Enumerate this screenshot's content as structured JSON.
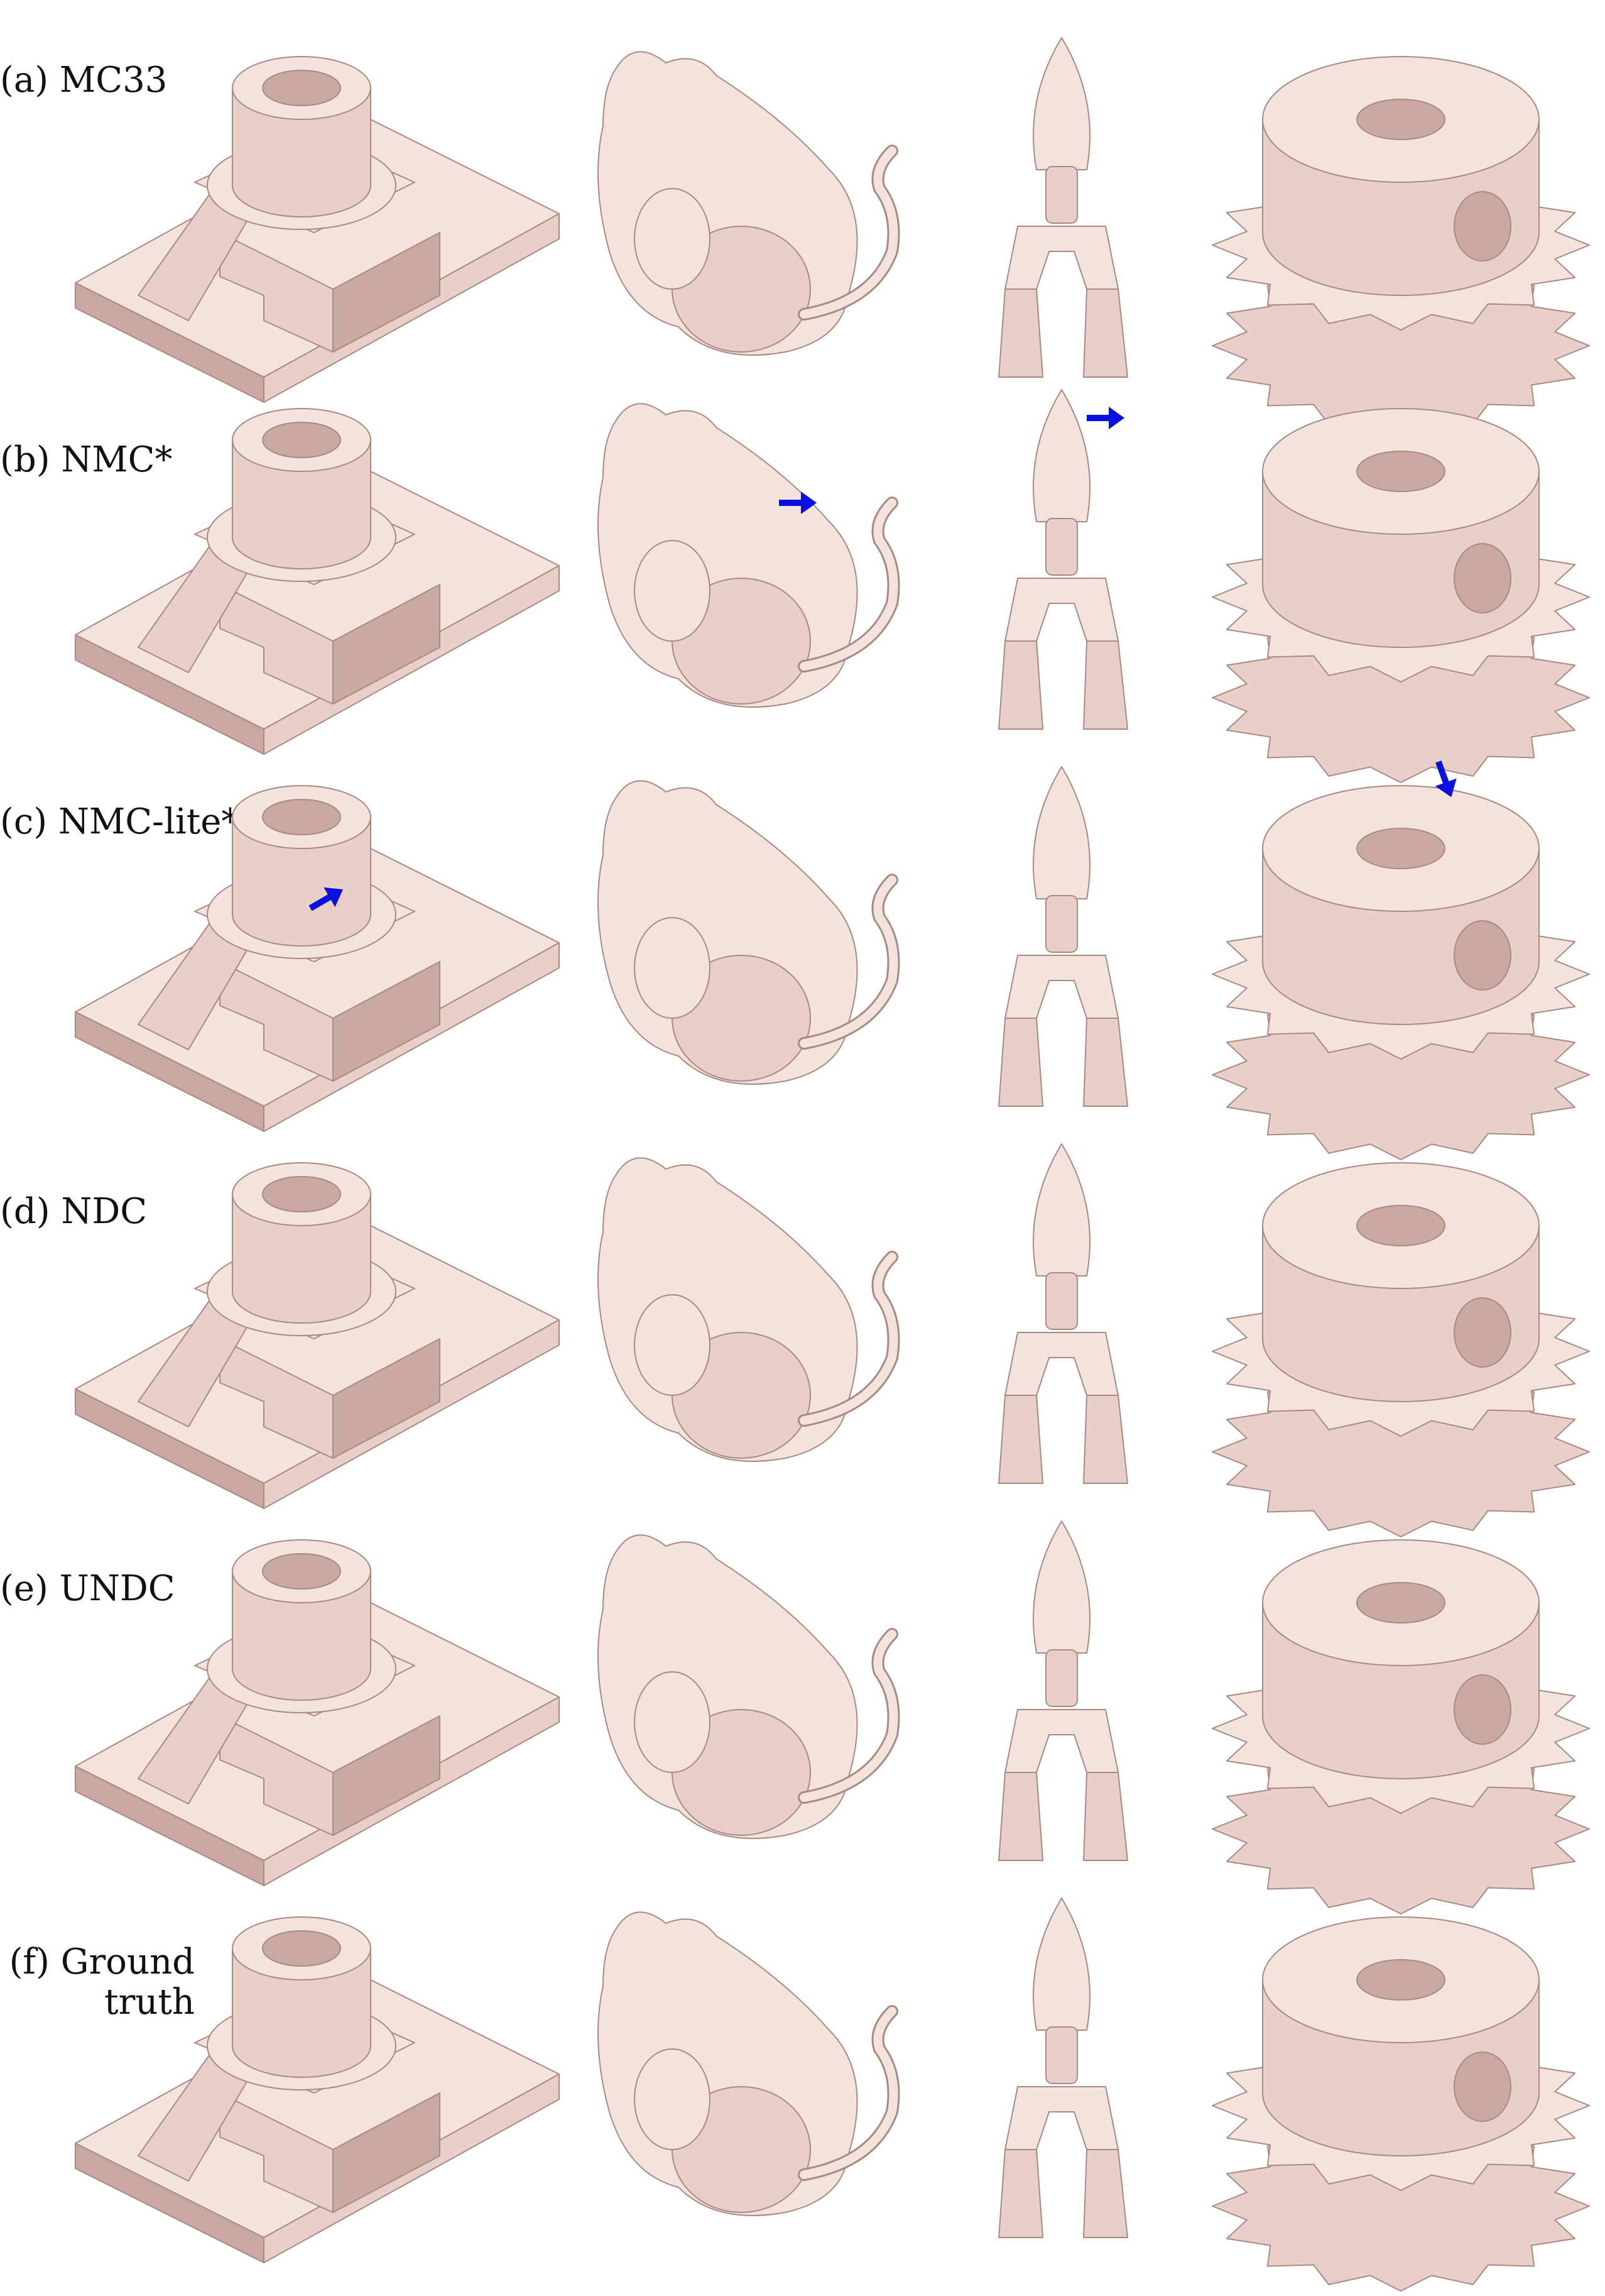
{
  "colors": {
    "mesh_light": "#f4e2dc",
    "mesh_mid": "#e8cfc8",
    "mesh_dark": "#c9aaa2",
    "mesh_edge": "#a88a83",
    "arrow": "#0a10e0"
  },
  "rows": [
    {
      "id": "a",
      "label": "(a) MC33"
    },
    {
      "id": "b",
      "label": "(b) NMC*"
    },
    {
      "id": "c",
      "label": "(c) NMC-lite*"
    },
    {
      "id": "d",
      "label": "(d) NDC"
    },
    {
      "id": "e",
      "label": "(e) UNDC"
    },
    {
      "id": "f",
      "label": "(f) Ground\ntruth"
    }
  ],
  "columns": [
    "mechanical-part",
    "cat",
    "figurine",
    "gear"
  ],
  "arrows": [
    {
      "row": "b",
      "column": "cat",
      "icon": "arrow-icon"
    },
    {
      "row": "b",
      "column": "figurine",
      "icon": "arrow-icon"
    },
    {
      "row": "b",
      "column": "gear",
      "icon": "arrow-icon"
    },
    {
      "row": "c",
      "column": "mechanical-part",
      "icon": "arrow-icon"
    }
  ]
}
